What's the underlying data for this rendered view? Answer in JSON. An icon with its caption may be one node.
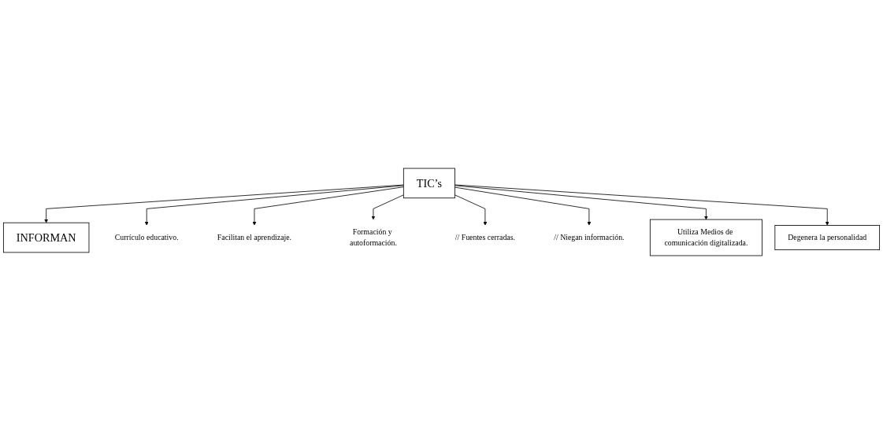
{
  "diagram": {
    "nodes": [
      {
        "text": [
          "INFORMAN"
        ]
      },
      {
        "text": [
          "TIC’s"
        ]
      },
      {
        "text": [
          "Currículo educativo."
        ]
      },
      {
        "text": [
          "Facilitan el aprendizaje."
        ]
      },
      {
        "text": [
          "Formación y autoformación."
        ]
      },
      {
        "text": [
          "// Fuentes cerradas."
        ]
      },
      {
        "text": [
          "// Niegan información."
        ]
      },
      {
        "text": [
          "Utiliza Medios de comunicación digitalizada."
        ]
      },
      {
        "text": [
          "Degenera la personalidad"
        ]
      }
    ],
    "edges": [
      {
        "from": 1,
        "to": 0,
        "arrow": "to"
      },
      {
        "from": 1,
        "to": 2,
        "arrow": "to"
      },
      {
        "from": 1,
        "to": 3,
        "arrow": "to"
      },
      {
        "from": 1,
        "to": 4,
        "arrow": "to"
      },
      {
        "from": 1,
        "to": 5,
        "arrow": "to"
      },
      {
        "from": 1,
        "to": 6,
        "arrow": "to"
      },
      {
        "from": 1,
        "to": 7,
        "arrow": "to"
      },
      {
        "from": 1,
        "to": 8,
        "arrow": "to"
      }
    ]
  }
}
